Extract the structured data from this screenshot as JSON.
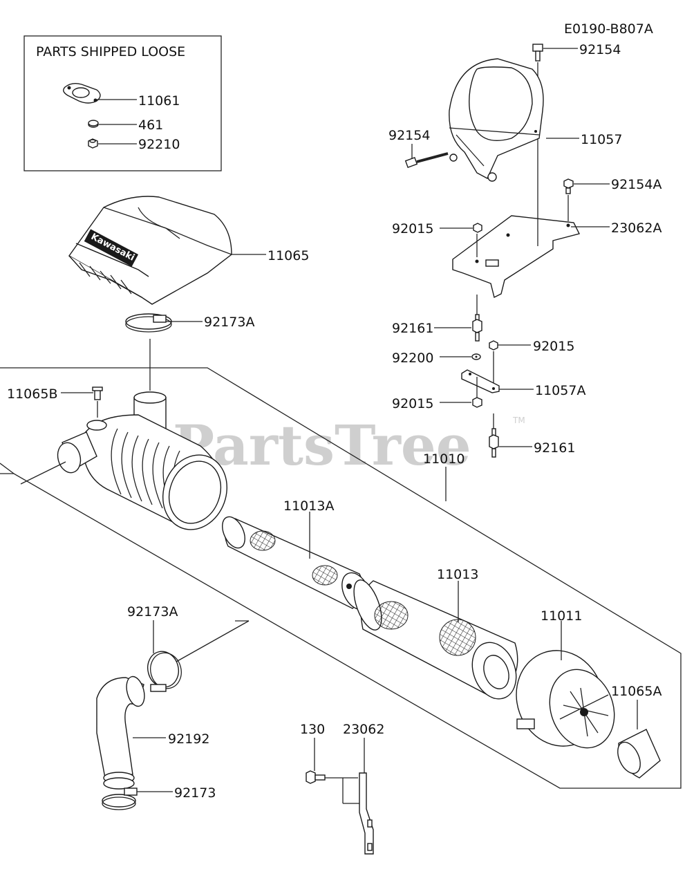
{
  "diagram_code": "E0190-B807A",
  "loose_box_title": "PARTS SHIPPED LOOSE",
  "watermark": "PartsTree",
  "watermark_tm": "TM",
  "brand_mark": "Kawasaki",
  "parts": {
    "p11061": "11061",
    "p461": "461",
    "p92210": "92210",
    "p92154_top": "92154",
    "p92154_left": "92154",
    "p11057": "11057",
    "p92154A": "92154A",
    "p92015_a": "92015",
    "p23062A": "23062A",
    "p11065": "11065",
    "p92173A_top": "92173A",
    "p92161_a": "92161",
    "p92015_b": "92015",
    "p92200": "92200",
    "p11057A": "11057A",
    "p92015_c": "92015",
    "p11065B": "11065B",
    "p92161_b": "92161",
    "p11010": "11010",
    "p11013A": "11013A",
    "p11013": "11013",
    "p92173A_bottom": "92173A",
    "p11011": "11011",
    "p11065A": "11065A",
    "p92192": "92192",
    "p130": "130",
    "p23062": "23062",
    "p92173": "92173"
  }
}
